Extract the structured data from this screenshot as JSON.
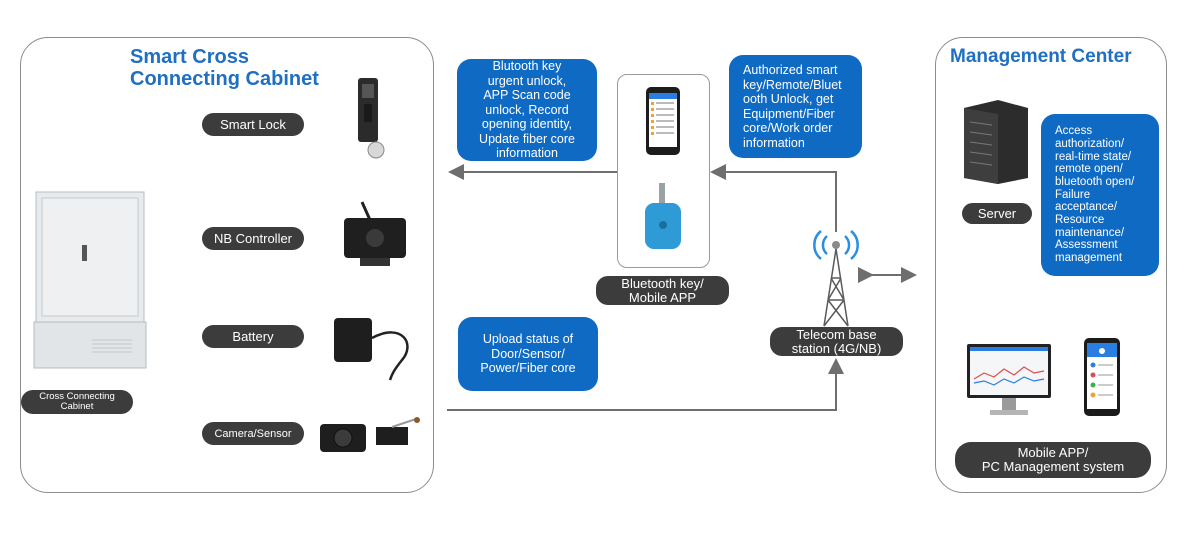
{
  "left_panel": {
    "title": "Smart Cross\nConnecting Cabinet",
    "cabinet_label": "Cross Connecting\nCabinet",
    "components": [
      "Smart Lock",
      "NB Controller",
      "Battery",
      "Camera/Sensor"
    ]
  },
  "middle": {
    "box_top_left": "Blutooth key\nurgent unlock,\nAPP Scan code\nunlock, Record\nopening identity,\nUpdate fiber core\ninformation",
    "box_top_right": "Authorized smart\nkey/Remote/Bluet\nooth Unlock, get\nEquipment/Fiber\ncore/Work order\ninformation",
    "device_label": "Bluetooth key/\nMobile APP",
    "box_bottom": "Upload status of\nDoor/Sensor/\nPower/Fiber core",
    "tower_label": "Telecom base\nstation  (4G/NB)"
  },
  "right_panel": {
    "title": "Management Center",
    "server_label": "Server",
    "functions": "Access\nauthorization/\nreal-time state/\nremote open/\nbluetooth open/\nFailure\nacceptance/\nResource\nmaintenance/\nAssessment\nmanagement",
    "system_label": "Mobile APP/\nPC Management system"
  },
  "colors": {
    "accent_blue": "#0f6ac4",
    "title_blue": "#1f6fc2",
    "pill_dark": "#3c3c3c",
    "line_gray": "#6e6e6e"
  }
}
